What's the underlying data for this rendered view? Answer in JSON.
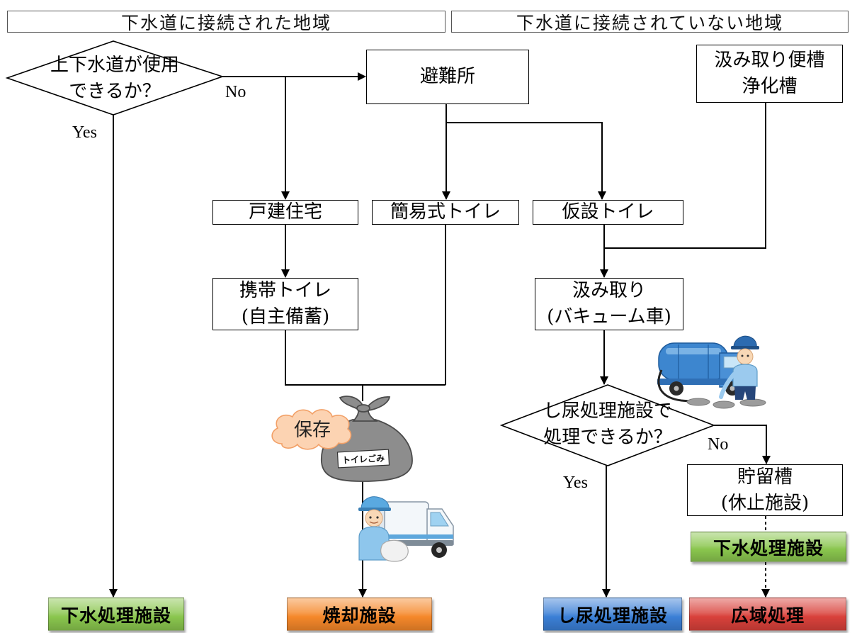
{
  "regions": {
    "connected_label": "下水道に接続された地域",
    "not_connected_label": "下水道に接続されていない地域"
  },
  "decision_sewer": {
    "line1": "上下水道が使用",
    "line2": "できるか？",
    "yes_label": "Yes",
    "no_label": "No"
  },
  "decision_night_soil": {
    "line1": "し尿処理施設で",
    "line2": "処理できるか？",
    "yes_label": "Yes",
    "no_label": "No"
  },
  "nodes": {
    "shelter": "避難所",
    "septic_line1": "汲み取り便槽",
    "septic_line2": "浄化槽",
    "detached_house": "戸建住宅",
    "simple_toilet": "簡易式トイレ",
    "temporary_toilet": "仮設トイレ",
    "portable_toilet_line1": "携帯トイレ",
    "portable_toilet_line2": "(自主備蓄)",
    "collection_line1": "汲み取り",
    "collection_line2": "(バキューム車)",
    "storage_tank_line1": "貯留槽",
    "storage_tank_line2": "(休止施設)",
    "sewage_plant_intermediate": "下水処理施設"
  },
  "illustrations": {
    "storage_cloud_label": "保存",
    "garbage_bag_label": "トイレごみ"
  },
  "destinations": {
    "sewage_plant": "下水処理施設",
    "incineration": "焼却施設",
    "night_soil_plant": "し尿処理施設",
    "wide_area": "広域処理"
  },
  "colors": {
    "sewage_green": "#8ac64e",
    "incineration_orange": "#f5882a",
    "night_soil_blue": "#3b7fd6",
    "wide_area_red": "#d9413b",
    "cloud_fill": "#fcd3b2",
    "cloud_stroke": "#f2a067"
  }
}
